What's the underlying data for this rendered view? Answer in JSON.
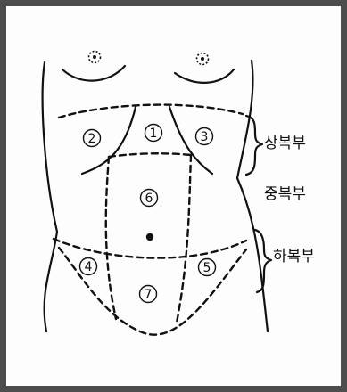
{
  "regions": {
    "r1": "1",
    "r2": "2",
    "r3": "3",
    "r4": "4",
    "r5": "5",
    "r6": "6",
    "r7": "7"
  },
  "labels": {
    "upper": "상복부",
    "middle": "중복부",
    "lower": "하복부"
  }
}
